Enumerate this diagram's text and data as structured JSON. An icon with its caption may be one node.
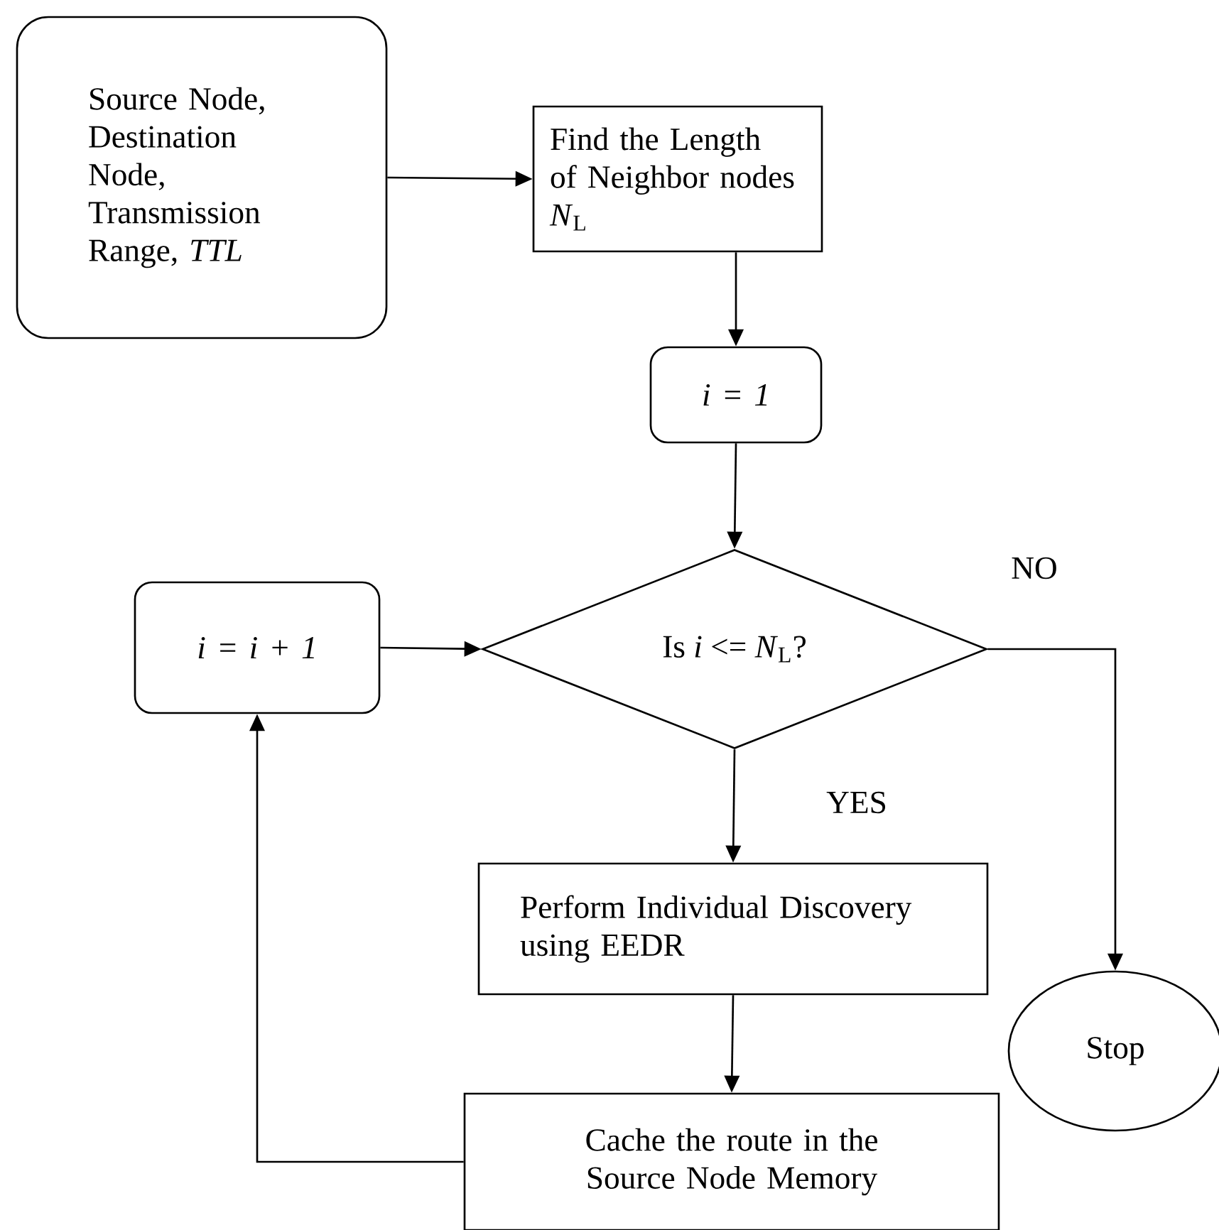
{
  "diagram": {
    "nodes": [
      {
        "text": [
          "Source Node, Destination Node, Transmission Range, *TTL*"
        ]
      },
      {
        "text": [
          "Find the Length of Neighbor nodes *N*$_{L}$"
        ]
      },
      {
        "text": [
          "i = 1"
        ]
      },
      {
        "text": [
          "Is *i* <= *N*$_{L}$?"
        ]
      },
      {
        "text": [
          "i = i + 1"
        ]
      },
      {
        "text": [
          "Perform Individual Discovery using EEDR"
        ]
      },
      {
        "text": [
          "Cache the route in the Source Node Memory"
        ]
      },
      {
        "text": [
          "Stop"
        ]
      }
    ],
    "edges": [
      {
        "from": 0,
        "to": 1,
        "arrow": "to"
      },
      {
        "from": 1,
        "to": 2,
        "arrow": "to"
      },
      {
        "from": 2,
        "to": 3,
        "arrow": "to"
      },
      {
        "from": 4,
        "to": 3,
        "arrow": "to"
      },
      {
        "from": 3,
        "to": 5,
        "arrow": "to",
        "label": "YES"
      },
      {
        "from": 3,
        "to": 7,
        "arrow": "to",
        "label": "NO"
      },
      {
        "from": 5,
        "to": 6,
        "arrow": "to"
      },
      {
        "from": 6,
        "to": 4,
        "arrow": "to"
      }
    ]
  }
}
